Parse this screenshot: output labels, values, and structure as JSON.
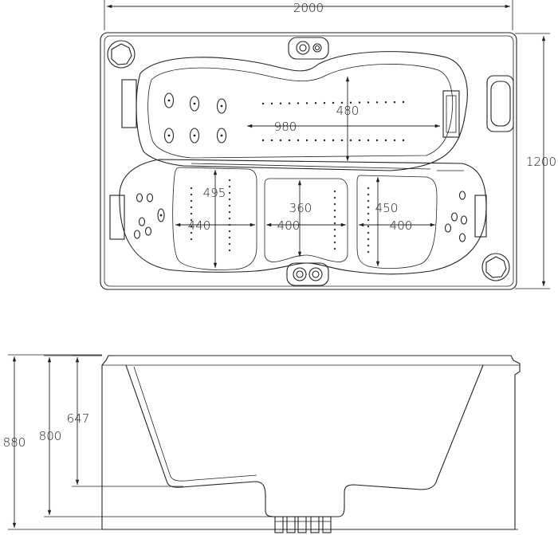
{
  "top_view": {
    "overall_width": "2000",
    "overall_depth": "1200",
    "lounger_length": "980",
    "lounger_width": "480",
    "left_seat_depth": "495",
    "left_seat_width": "440",
    "center_seat_depth": "360",
    "center_seat_width": "400",
    "right_seat_depth": "450",
    "right_seat_width": "400"
  },
  "side_view": {
    "overall_height": "880",
    "inner_height": "800",
    "seat_height": "647"
  }
}
